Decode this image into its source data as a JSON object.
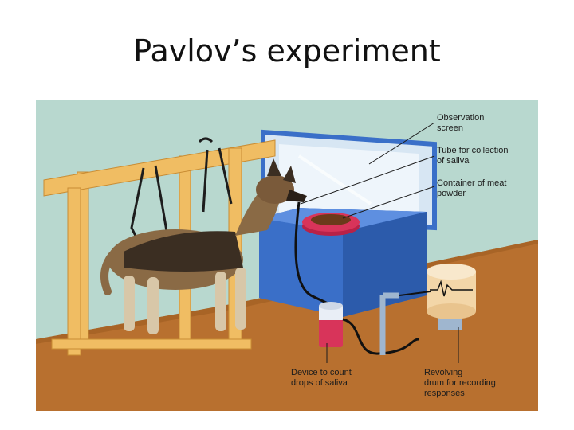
{
  "slide": {
    "title": "Pavlov’s experiment"
  },
  "labels": {
    "observation_screen": [
      "Observation",
      "screen"
    ],
    "tube": [
      "Tube for collection",
      "of saliva"
    ],
    "container": [
      "Container of meat",
      "powder"
    ],
    "device": [
      "Device to count",
      "drops of saliva"
    ],
    "drum": [
      "Revolving",
      "drum for recording",
      "responses"
    ]
  },
  "colors": {
    "wall": "#b8d8cf",
    "floor": "#b8702f",
    "wood": "#f0bd63",
    "stand_blue": "#3a6fc8",
    "dish": "#d8345a",
    "drum": "#f3d6a8"
  }
}
